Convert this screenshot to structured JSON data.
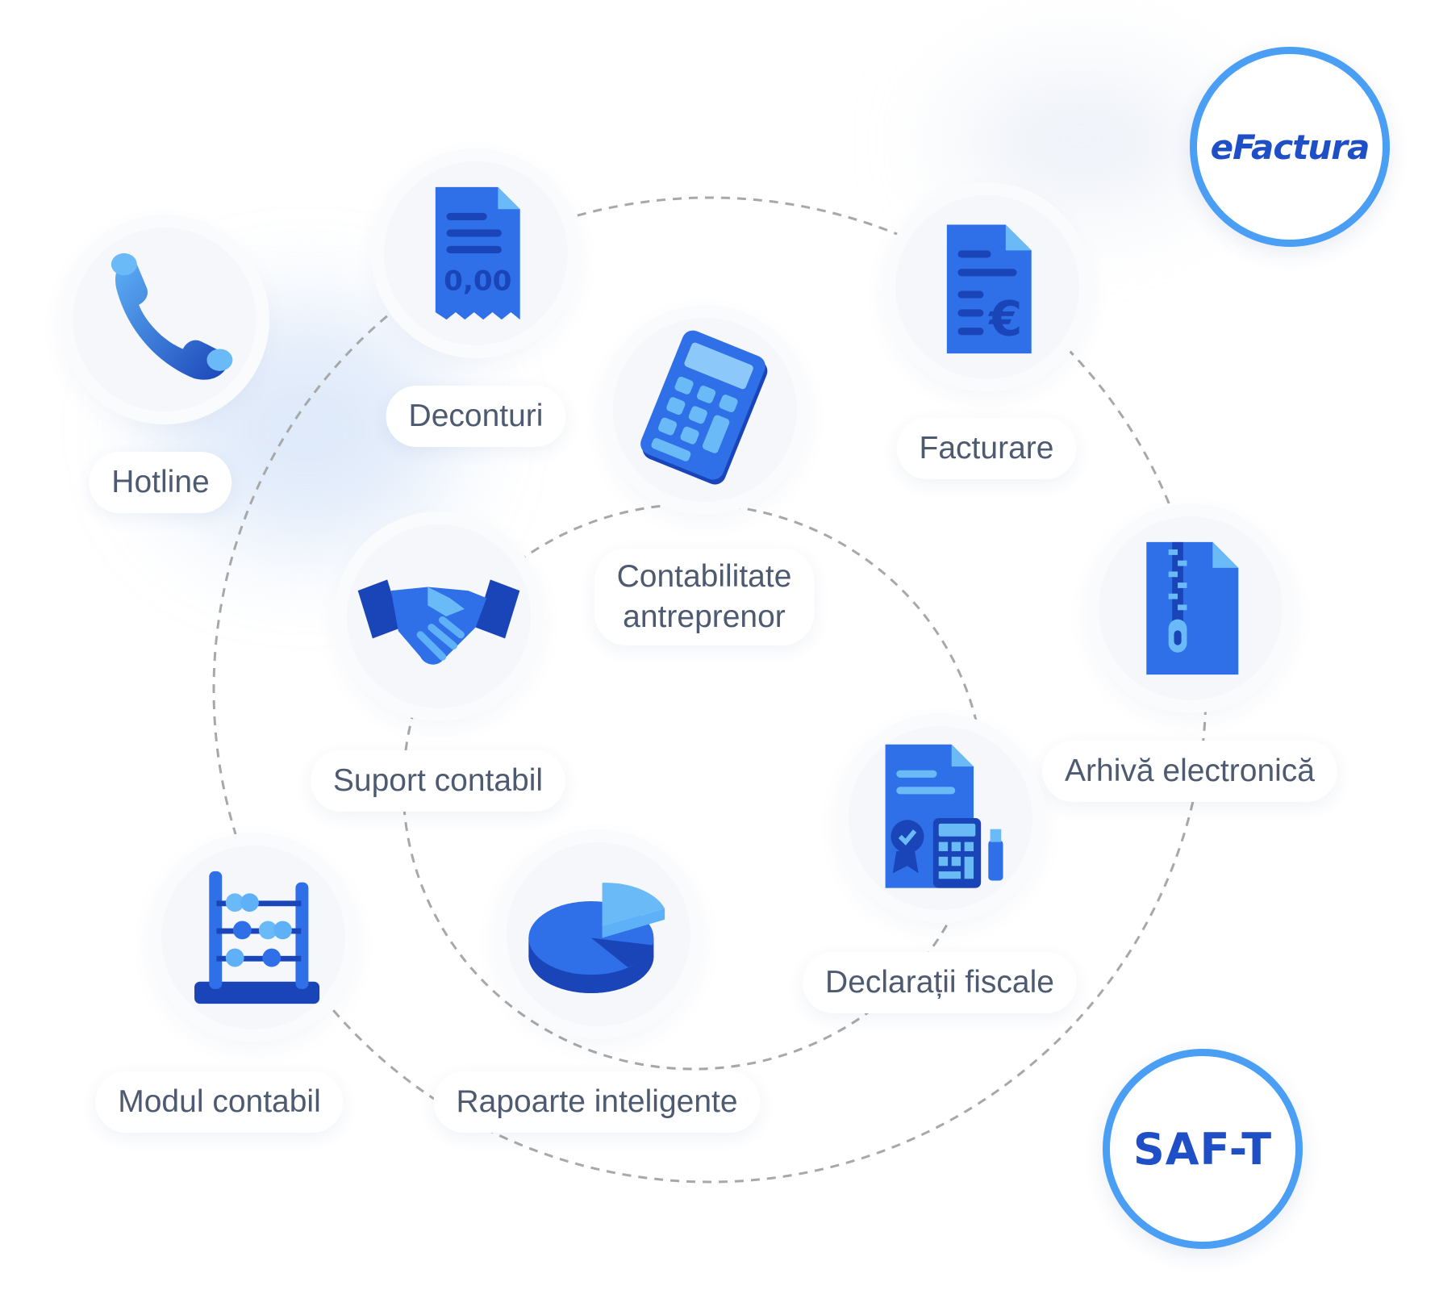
{
  "nodes": {
    "hotline": {
      "label": "Hotline",
      "icon": "phone-icon"
    },
    "deconturi": {
      "label": "Deconturi",
      "icon": "receipt-icon",
      "receipt_amount": "0,00"
    },
    "facturare": {
      "label": "Facturare",
      "icon": "euro-invoice-icon"
    },
    "contabilitate": {
      "label_line1": "Contabilitate",
      "label_line2": "antreprenor",
      "icon": "calculator-icon"
    },
    "suport": {
      "label": "Suport contabil",
      "icon": "handshake-icon"
    },
    "arhiva": {
      "label": "Arhivă electronică",
      "icon": "zip-archive-icon"
    },
    "declaratii": {
      "label": "Declarații fiscale",
      "icon": "tax-declaration-icon"
    },
    "modul": {
      "label": "Modul contabil",
      "icon": "abacus-icon"
    },
    "rapoarte": {
      "label": "Rapoarte inteligente",
      "icon": "pie-chart-icon"
    }
  },
  "badges": {
    "efactura": {
      "text": "eFactura"
    },
    "saft": {
      "text": "SAF-T"
    }
  },
  "colors": {
    "primary": "#2f6fe8",
    "dark": "#1a45b8",
    "light": "#5fb1f7",
    "badge_ring": "#4a9ff5",
    "label_text": "#4d5a70",
    "orbit": "#a8a8a8"
  }
}
